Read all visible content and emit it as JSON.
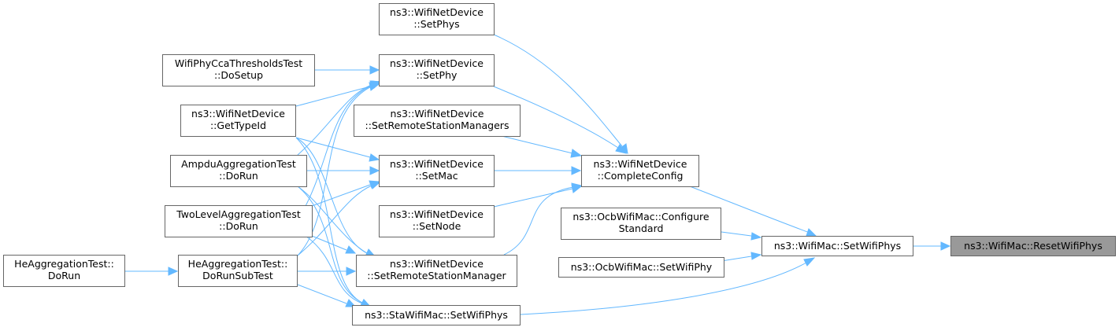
{
  "graph": {
    "nodes": [
      {
        "id": "resetwifiphys",
        "lines": [
          "ns3::WifiMac::ResetWifiPhys"
        ]
      },
      {
        "id": "setwifiphys",
        "lines": [
          "ns3::WifiMac::SetWifiPhys"
        ]
      },
      {
        "id": "completeconfig",
        "lines": [
          "ns3::WifiNetDevice",
          "::CompleteConfig"
        ]
      },
      {
        "id": "ocb-configurestandard",
        "lines": [
          "ns3::OcbWifiMac::Configure",
          "Standard"
        ]
      },
      {
        "id": "ocb-setwifiphy",
        "lines": [
          "ns3::OcbWifiMac::SetWifiPhy"
        ]
      },
      {
        "id": "sta-setwifiphys",
        "lines": [
          "ns3::StaWifiMac::SetWifiPhys"
        ]
      },
      {
        "id": "setphys",
        "lines": [
          "ns3::WifiNetDevice",
          "::SetPhys"
        ]
      },
      {
        "id": "setphy",
        "lines": [
          "ns3::WifiNetDevice",
          "::SetPhy"
        ]
      },
      {
        "id": "setremotestationmanagers",
        "lines": [
          "ns3::WifiNetDevice",
          "::SetRemoteStationManagers"
        ]
      },
      {
        "id": "setmac",
        "lines": [
          "ns3::WifiNetDevice",
          "::SetMac"
        ]
      },
      {
        "id": "setnode",
        "lines": [
          "ns3::WifiNetDevice",
          "::SetNode"
        ]
      },
      {
        "id": "setremotestationmanager",
        "lines": [
          "ns3::WifiNetDevice",
          "::SetRemoteStationManager"
        ]
      },
      {
        "id": "ccathresholds-dosetup",
        "lines": [
          "WifiPhyCcaThresholdsTest",
          "::DoSetup"
        ]
      },
      {
        "id": "gettypeid",
        "lines": [
          "ns3::WifiNetDevice",
          "::GetTypeId"
        ]
      },
      {
        "id": "ampdu-dorun",
        "lines": [
          "AmpduAggregationTest",
          "::DoRun"
        ]
      },
      {
        "id": "twolevel-dorun",
        "lines": [
          "TwoLevelAggregationTest",
          "::DoRun"
        ]
      },
      {
        "id": "he-dorunsubtest",
        "lines": [
          "HeAggregationTest::",
          "DoRunSubTest"
        ]
      },
      {
        "id": "he-dorun",
        "lines": [
          "HeAggregationTest::",
          "DoRun"
        ]
      }
    ]
  },
  "colors": {
    "edge": "#63b8ff",
    "node_border": "#666666",
    "root_fill": "#999999",
    "node_fill": "#ffffff"
  }
}
